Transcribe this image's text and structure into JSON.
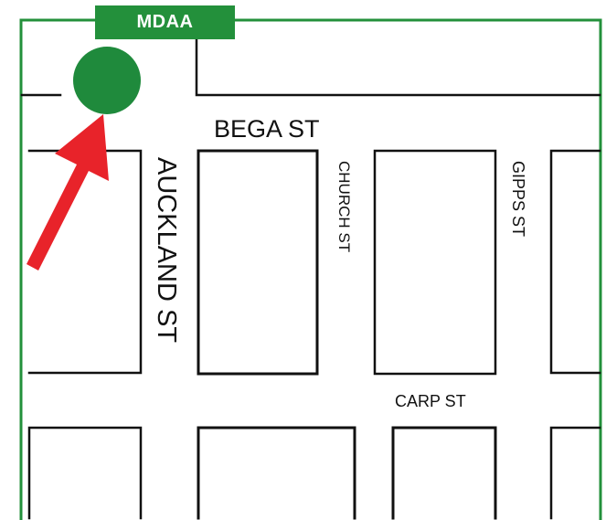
{
  "map": {
    "badge_label": "MDAA",
    "streets": {
      "bega": "BEGA ST",
      "auckland": "AUCKLAND ST",
      "church": "CHURCH ST",
      "gipps": "GIPPS ST",
      "carp": "CARP ST"
    },
    "colors": {
      "border": "#23903b",
      "marker": "#1f8a3c",
      "arrow": "#e8232a",
      "block_outline": "#111111"
    },
    "icons": {
      "location_marker": "location-marker-icon",
      "pointer_arrow": "pointer-arrow-icon"
    }
  }
}
